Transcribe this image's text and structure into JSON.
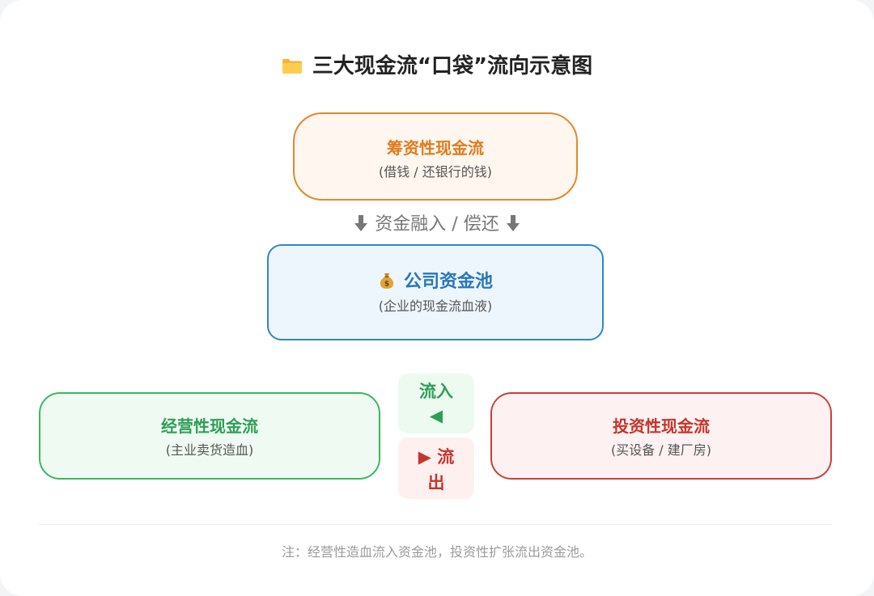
{
  "title": "三大现金流“口袋”流向示意图",
  "financing": {
    "title": "筹资性现金流",
    "subtitle": "(借钱 / 还银行的钱)"
  },
  "flow_label": "资金融入 / 偿还",
  "pool": {
    "title": "公司资金池",
    "subtitle": "(企业的现金流血液)"
  },
  "operating": {
    "title": "经营性现金流",
    "subtitle": "(主业卖货造血)"
  },
  "investing": {
    "title": "投资性现金流",
    "subtitle": "(买设备 / 建厂房)"
  },
  "inflow": {
    "label": "流入",
    "arrow": "◀"
  },
  "outflow": {
    "arrow": "▶",
    "label_line1": "流",
    "label_line2": "出"
  },
  "note": "注：经营性造血流入资金池，投资性扩张流出资金池。",
  "colors": {
    "financing": "#e08a2e",
    "pool": "#2f86c6",
    "operating": "#3cb565",
    "investing": "#c9413a"
  },
  "icons": {
    "title": "folder-icon",
    "pool": "money-bag-icon",
    "flow": "arrow-down-icon"
  }
}
